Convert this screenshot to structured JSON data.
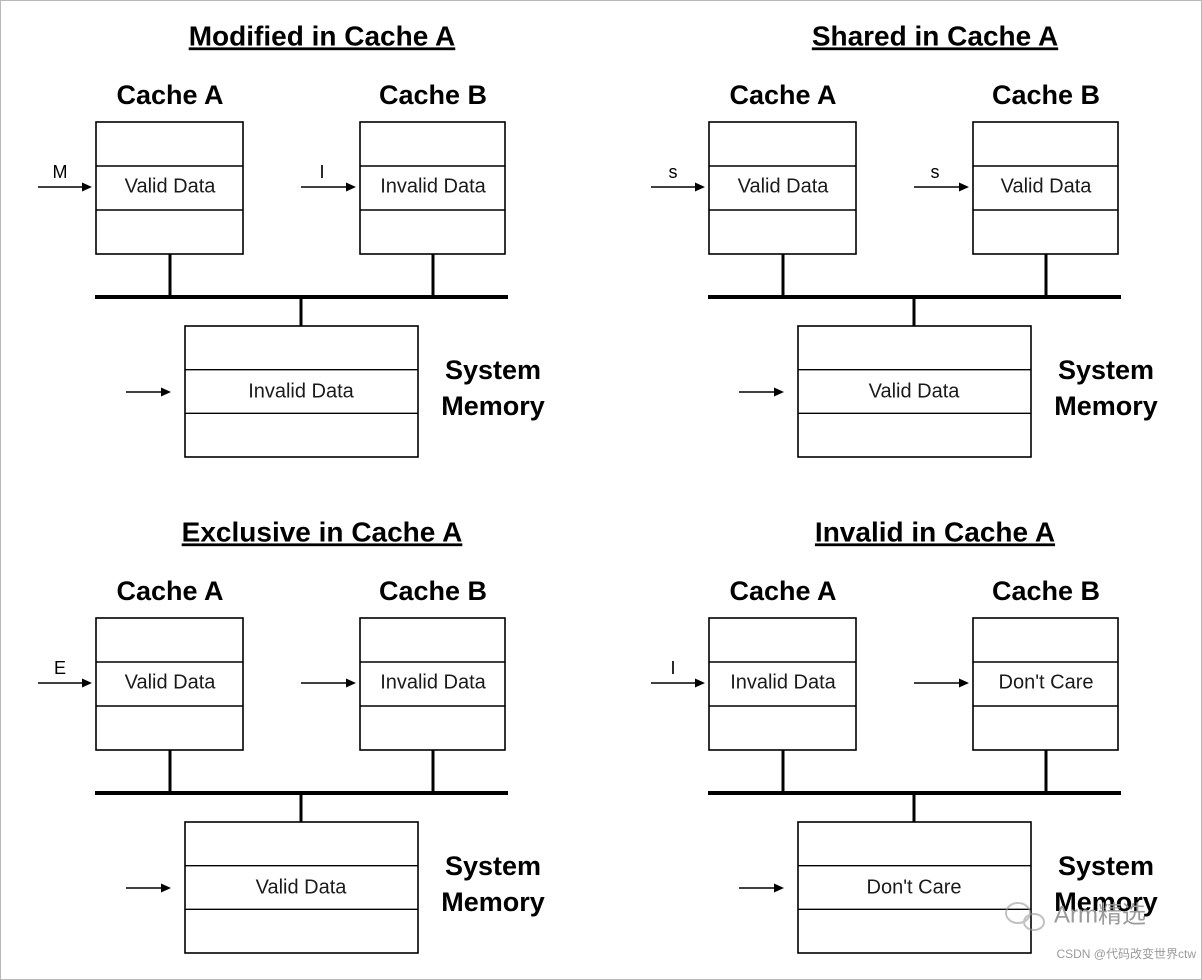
{
  "labels": {
    "cache_a": "Cache A",
    "cache_b": "Cache B",
    "memory_line1": "System",
    "memory_line2": "Memory"
  },
  "panels": [
    {
      "title": "Modified in Cache A",
      "cache_a": {
        "state": "M",
        "data": "Valid Data"
      },
      "cache_b": {
        "state": "I",
        "data": "Invalid Data"
      },
      "memory": {
        "data": "Invalid Data"
      }
    },
    {
      "title": "Shared in Cache A",
      "cache_a": {
        "state": "s",
        "data": "Valid Data"
      },
      "cache_b": {
        "state": "s",
        "data": "Valid Data"
      },
      "memory": {
        "data": "Valid Data"
      }
    },
    {
      "title": "Exclusive in Cache A",
      "cache_a": {
        "state": "E",
        "data": "Valid Data"
      },
      "cache_b": {
        "state": "",
        "data": "Invalid Data"
      },
      "memory": {
        "data": "Valid Data"
      }
    },
    {
      "title": "Invalid in Cache A",
      "cache_a": {
        "state": "I",
        "data": "Invalid Data"
      },
      "cache_b": {
        "state": "",
        "data": "Don't Care"
      },
      "memory": {
        "data": "Don't Care"
      }
    }
  ],
  "watermark": {
    "brand": "Arm精选",
    "credit": "CSDN @代码改变世界ctw"
  },
  "colors": {
    "background": "#ffffff",
    "ink": "#000000",
    "watermark": "#9a9a9a"
  }
}
